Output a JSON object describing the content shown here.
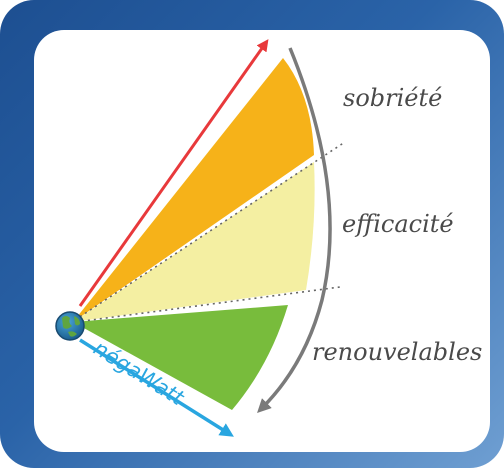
{
  "labels": {
    "sobriety": "sobriété",
    "efficiency": "efficacité",
    "renewables": "renouvelables",
    "brand": "négaWatt"
  },
  "colors": {
    "sobriety": "#f6b219",
    "efficiency": "#f4efa2",
    "renewables": "#78bc3c",
    "red_arrow": "#e8393b",
    "blue_arrow": "#29a6e0",
    "grey_arrow": "#7a7a7a",
    "frame": "#1d4f91"
  },
  "icons": {
    "origin": "globe-icon"
  }
}
